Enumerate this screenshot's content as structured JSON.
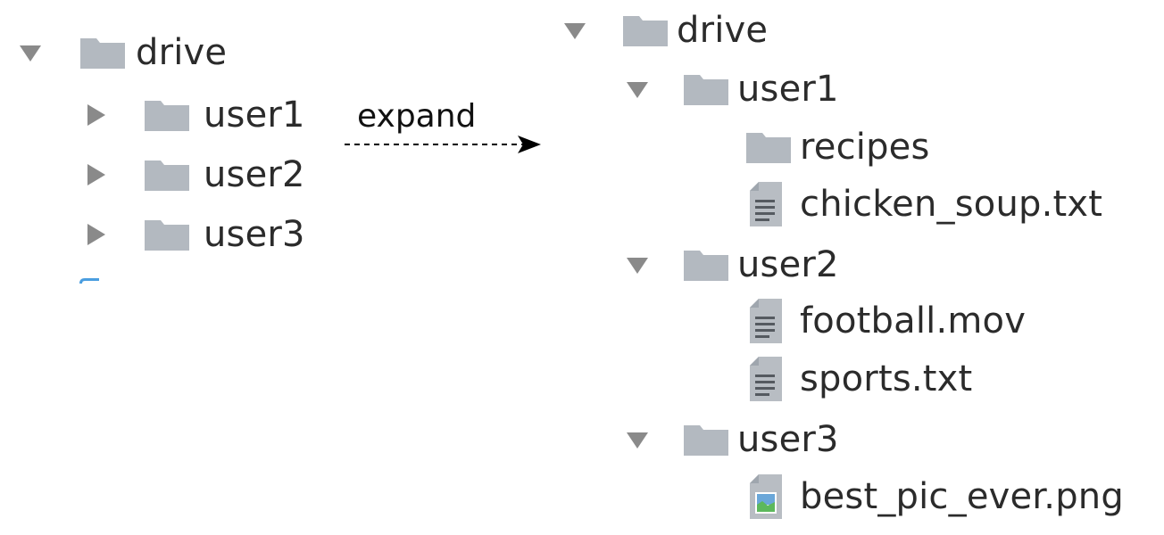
{
  "colors": {
    "toggle": "#8a8a8a",
    "folder": "#b3b9c0",
    "folder_dark": "#9fa6ae",
    "file": "#b8bdc3",
    "file_lines": "#555a60",
    "image_sky": "#6aa7d9",
    "image_grass": "#5cb85c",
    "text": "#2b2b2b",
    "arrow": "#000000",
    "accent_blue": "#4a9ee0"
  },
  "collapsed_tree": {
    "root": {
      "label": "drive",
      "icon": "folder-icon",
      "toggle": "chevron-down-icon"
    },
    "children": [
      {
        "label": "user1",
        "icon": "folder-icon",
        "toggle": "chevron-right-icon"
      },
      {
        "label": "user2",
        "icon": "folder-icon",
        "toggle": "chevron-right-icon"
      },
      {
        "label": "user3",
        "icon": "folder-icon",
        "toggle": "chevron-right-icon"
      }
    ]
  },
  "transition": {
    "label": "expand"
  },
  "expanded_tree": {
    "root": {
      "label": "drive",
      "icon": "folder-icon",
      "toggle": "chevron-down-icon"
    },
    "user1": {
      "label": "user1",
      "children": [
        {
          "label": "recipes",
          "icon": "folder-icon"
        },
        {
          "label": "chicken_soup.txt",
          "icon": "text-file-icon"
        }
      ]
    },
    "user2": {
      "label": "user2",
      "children": [
        {
          "label": "football.mov",
          "icon": "text-file-icon"
        },
        {
          "label": "sports.txt",
          "icon": "text-file-icon"
        }
      ]
    },
    "user3": {
      "label": "user3",
      "children": [
        {
          "label": "best_pic_ever.png",
          "icon": "image-file-icon"
        }
      ]
    }
  }
}
